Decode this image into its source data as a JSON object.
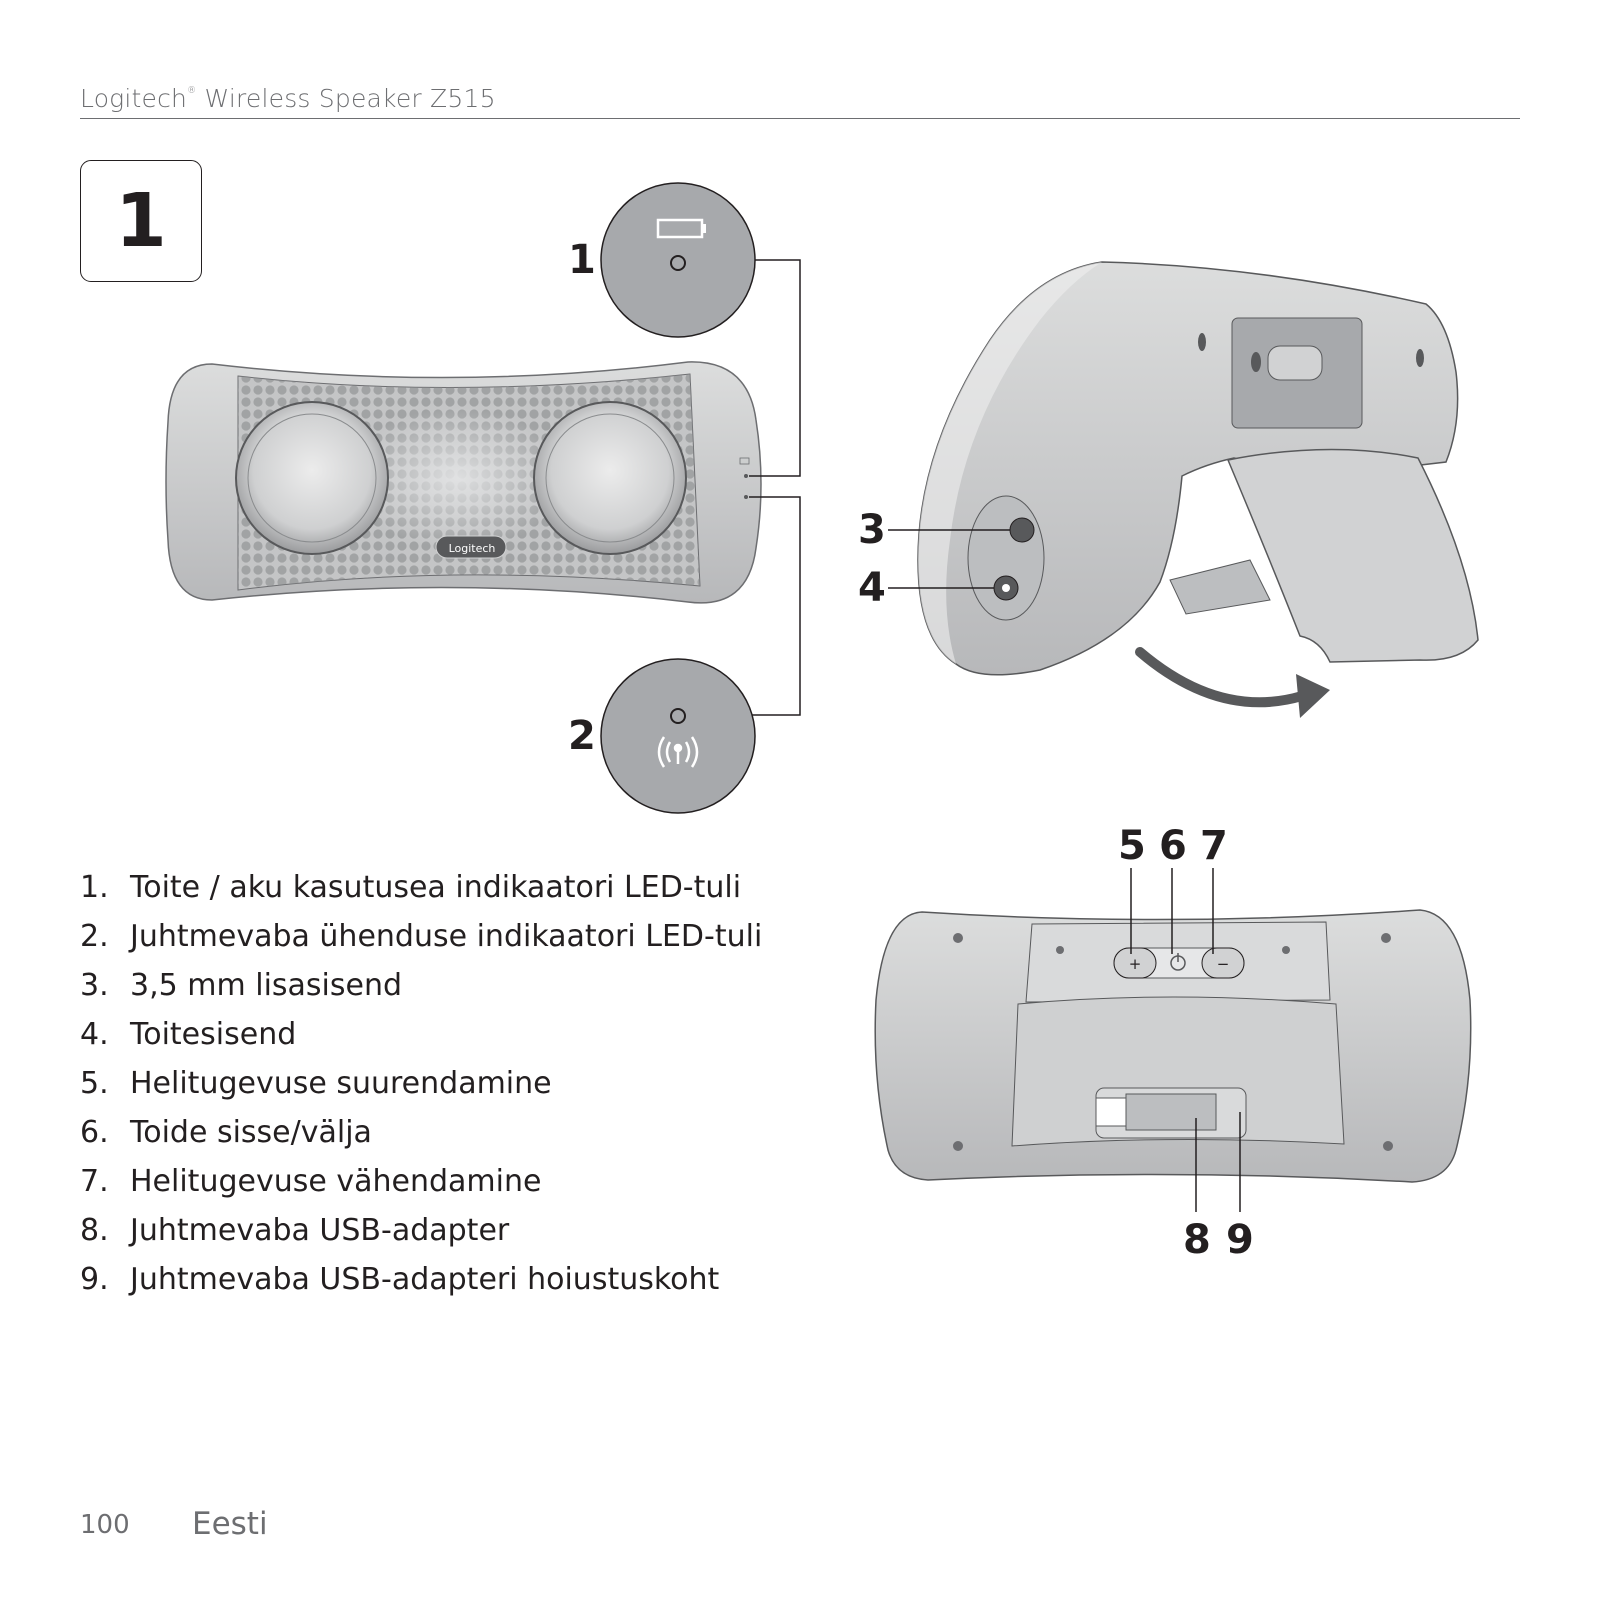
{
  "header": {
    "brand": "Logitech",
    "reg_mark": "®",
    "product": " Wireless Speaker Z515"
  },
  "step": {
    "number": "1"
  },
  "callouts": [
    "1",
    "2",
    "3",
    "4",
    "5",
    "6",
    "7",
    "8",
    "9"
  ],
  "device_labels": {
    "logo_text": "Logitech",
    "plus": "+",
    "minus": "−"
  },
  "legend": [
    {
      "num": "1.",
      "text": "Toite / aku kasutusea indikaatori LED-tuli"
    },
    {
      "num": "2.",
      "text": "Juhtmevaba ühenduse indikaatori LED-tuli"
    },
    {
      "num": "3.",
      "text": "3,5 mm lisasisend"
    },
    {
      "num": "4.",
      "text": "Toitesisend"
    },
    {
      "num": "5.",
      "text": "Helitugevuse suurendamine"
    },
    {
      "num": "6.",
      "text": "Toide sisse/välja"
    },
    {
      "num": "7.",
      "text": "Helitugevuse vähendamine"
    },
    {
      "num": "8.",
      "text": "Juhtmevaba USB-adapter"
    },
    {
      "num": "9.",
      "text": "Juhtmevaba USB-adapteri hoiustuskoht"
    }
  ],
  "footer": {
    "page_number": "100",
    "language": "Eesti"
  }
}
